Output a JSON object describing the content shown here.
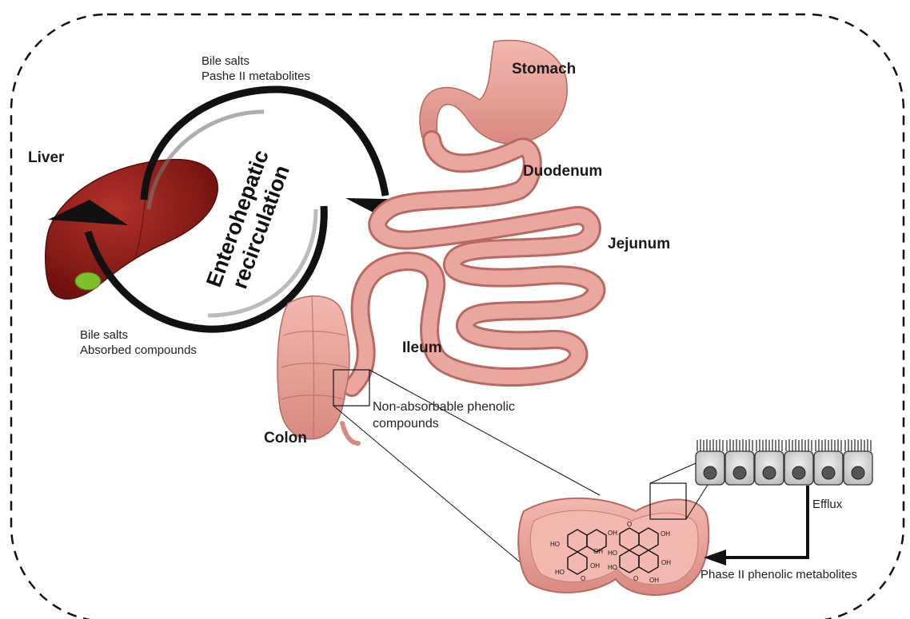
{
  "organs": {
    "liver": "Liver",
    "stomach": "Stomach",
    "duodenum": "Duodenum",
    "jejunum": "Jejunum",
    "ileum": "Ileum",
    "colon": "Colon"
  },
  "cycle": {
    "line1": "Enterohepatic",
    "line2": "recirculation"
  },
  "top_flow": {
    "line1": "Bile salts",
    "line2": "Pashe II metabolites"
  },
  "bottom_flow": {
    "line1": "Bile salts",
    "line2": "Absorbed compounds"
  },
  "colon_note": {
    "line1": "Non-absorbable phenolic",
    "line2": "compounds"
  },
  "molecule_labels": [
    "HO",
    "OH",
    "HO",
    "OH",
    "O",
    "OH",
    "HO",
    "OH",
    "OH",
    "O",
    "O",
    "HO",
    "OH"
  ],
  "efflux": "Efflux",
  "phase2": "Phase II phenolic metabolites",
  "colors": {
    "liver": "#8e1a16",
    "gallbladder": "#7cbf2a",
    "gut": "#e8a49c",
    "gut_edge": "#b86a62",
    "cell": "#d8d8d8",
    "nucleus": "#555555"
  }
}
